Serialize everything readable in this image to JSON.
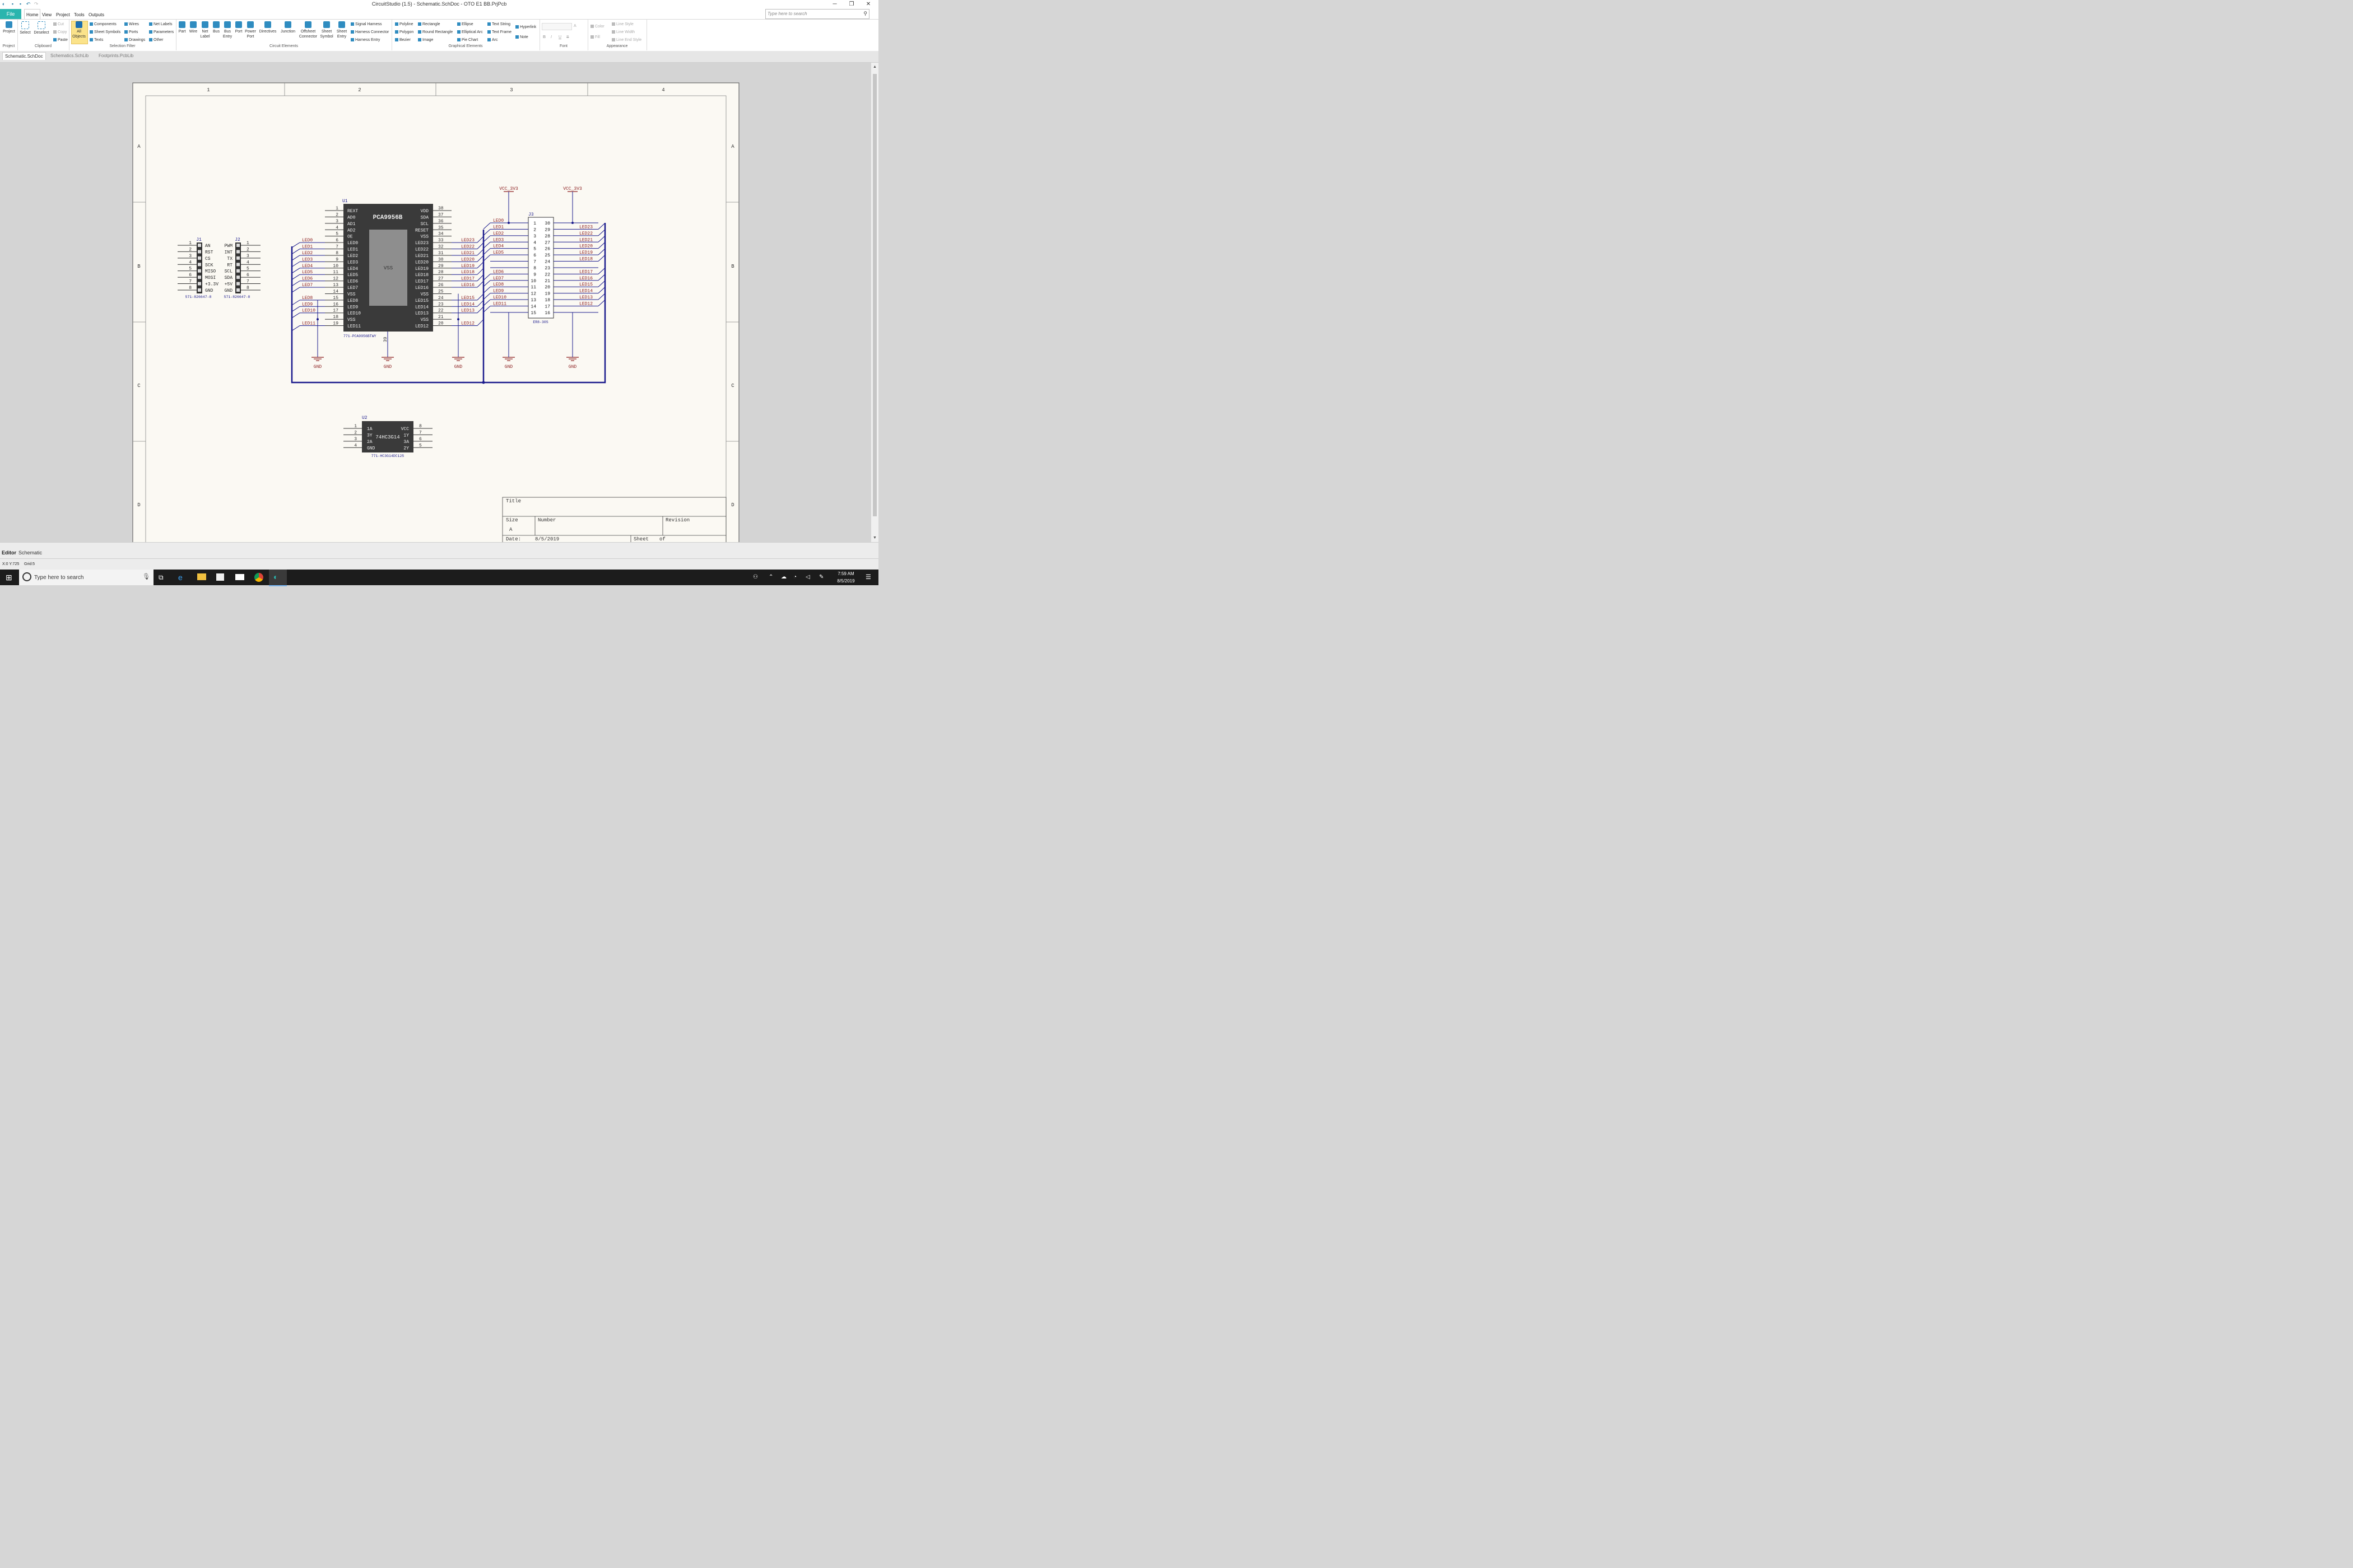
{
  "window": {
    "title": "CircuitStudio (1.5) - Schematic.SchDoc - OTO E1 BB.PrjPcb",
    "minimize": "─",
    "restore": "❐",
    "close": "✕"
  },
  "menu": {
    "file": "File",
    "items": [
      "Home",
      "View",
      "Project",
      "Tools",
      "Outputs"
    ],
    "search_placeholder": "Type here to search"
  },
  "ribbon": {
    "project": {
      "label": "Project",
      "group": "Project"
    },
    "clipboard": {
      "select": "Select",
      "deselect": "Deselect",
      "cut": "Cut",
      "copy": "Copy",
      "paste": "Paste",
      "group": "Clipboard"
    },
    "selection_filter": {
      "all_objects_1": "All",
      "all_objects_2": "Objects",
      "components": "Components",
      "sheet_symbols": "Sheet Symbols",
      "texts": "Texts",
      "wires": "Wires",
      "ports": "Ports",
      "drawings": "Drawings",
      "net_labels": "Net Labels",
      "parameters": "Parameters",
      "other": "Other",
      "group": "Selection Filter"
    },
    "circuit": {
      "part": "Part",
      "wire": "Wire",
      "net": "Net",
      "label": "Label",
      "bus": "Bus",
      "bus2": "Bus",
      "entry": "Entry",
      "port": "Port",
      "power": "Power",
      "port2": "Port",
      "directives": "Directives",
      "junction": "Junction",
      "offsheet": "Offsheet",
      "connector": "Connector",
      "sheet": "Sheet",
      "symbol": "Symbol",
      "sheet2": "Sheet",
      "entry2": "Entry",
      "signal_harness": "Signal Harness",
      "harness_connector": "Harness Connector",
      "harness_entry": "Harness Entry",
      "group": "Circuit Elements"
    },
    "graphical": {
      "polyline": "Polyline",
      "polygon": "Polygon",
      "bezier": "Bezier",
      "rectangle": "Rectangle",
      "round_rectangle": "Round Rectangle",
      "image": "Image",
      "ellipse": "Ellipse",
      "elliptical_arc": "Elliptical Arc",
      "pie_chart": "Pie Chart",
      "text_string": "Text String",
      "text_frame": "Text Frame",
      "arc": "Arc",
      "hyperlink": "Hyperlink",
      "note": "Note",
      "group": "Graphical Elements"
    },
    "font": {
      "b": "B",
      "i": "I",
      "u": "U",
      "s": "S",
      "a": "A",
      "group": "Font"
    },
    "appearance": {
      "color": "Color",
      "fill": "Fill",
      "line_style": "Line Style",
      "line_width": "Line Width",
      "line_end_style": "Line End Style",
      "group": "Appearance"
    }
  },
  "doc_tabs": [
    "Schematic.SchDoc",
    "Schematics.SchLib",
    "Footprints.PcbLib"
  ],
  "sheet": {
    "columns": [
      "1",
      "2",
      "3",
      "4"
    ],
    "rows": [
      "A",
      "B",
      "C",
      "D"
    ],
    "title_block": {
      "title": "Title",
      "size": "Size",
      "size_value": "A",
      "number": "Number",
      "revision": "Revision",
      "date": "Date:",
      "date_value": "8/5/2019",
      "sheet": "Sheet",
      "of": "of"
    }
  },
  "schematic": {
    "u1": {
      "designator": "U1",
      "name": "PCA9956B",
      "center": "VSS",
      "footprint": "771-PCA9956BTWY",
      "bottom_pin": "39",
      "left_pins": [
        {
          "num": "1",
          "name": "REXT",
          "net": ""
        },
        {
          "num": "2",
          "name": "AD0",
          "net": ""
        },
        {
          "num": "3",
          "name": "AD1",
          "net": ""
        },
        {
          "num": "4",
          "name": "AD2",
          "net": ""
        },
        {
          "num": "5",
          "name": "OE",
          "net": ""
        },
        {
          "num": "6",
          "name": "LED0",
          "net": "LED0"
        },
        {
          "num": "7",
          "name": "LED1",
          "net": "LED1"
        },
        {
          "num": "8",
          "name": "LED2",
          "net": "LED2"
        },
        {
          "num": "9",
          "name": "LED3",
          "net": "LED3"
        },
        {
          "num": "10",
          "name": "LED4",
          "net": "LED4"
        },
        {
          "num": "11",
          "name": "LED5",
          "net": "LED5"
        },
        {
          "num": "12",
          "name": "LED6",
          "net": "LED6"
        },
        {
          "num": "13",
          "name": "LED7",
          "net": "LED7"
        },
        {
          "num": "14",
          "name": "VSS",
          "net": ""
        },
        {
          "num": "15",
          "name": "LED8",
          "net": "LED8"
        },
        {
          "num": "16",
          "name": "LED9",
          "net": "LED9"
        },
        {
          "num": "17",
          "name": "LED10",
          "net": "LED10"
        },
        {
          "num": "18",
          "name": "VSS",
          "net": ""
        },
        {
          "num": "19",
          "name": "LED11",
          "net": "LED11"
        }
      ],
      "right_pins": [
        {
          "num": "38",
          "name": "VDD",
          "net": ""
        },
        {
          "num": "37",
          "name": "SDA",
          "net": ""
        },
        {
          "num": "36",
          "name": "SCL",
          "net": ""
        },
        {
          "num": "35",
          "name": "RESET",
          "net": ""
        },
        {
          "num": "34",
          "name": "VSS",
          "net": ""
        },
        {
          "num": "33",
          "name": "LED23",
          "net": "LED23"
        },
        {
          "num": "32",
          "name": "LED22",
          "net": "LED22"
        },
        {
          "num": "31",
          "name": "LED21",
          "net": "LED21"
        },
        {
          "num": "30",
          "name": "LED20",
          "net": "LED20"
        },
        {
          "num": "29",
          "name": "LED19",
          "net": "LED19"
        },
        {
          "num": "28",
          "name": "LED18",
          "net": "LED18"
        },
        {
          "num": "27",
          "name": "LED17",
          "net": "LED17"
        },
        {
          "num": "26",
          "name": "LED16",
          "net": "LED16"
        },
        {
          "num": "25",
          "name": "VSS",
          "net": ""
        },
        {
          "num": "24",
          "name": "LED15",
          "net": "LED15"
        },
        {
          "num": "23",
          "name": "LED14",
          "net": "LED14"
        },
        {
          "num": "22",
          "name": "LED13",
          "net": "LED13"
        },
        {
          "num": "21",
          "name": "VSS",
          "net": ""
        },
        {
          "num": "20",
          "name": "LED12",
          "net": "LED12"
        }
      ]
    },
    "j1": {
      "designator": "J1",
      "footprint": "571-826647-8",
      "pins": [
        {
          "num": "1",
          "name": "AN"
        },
        {
          "num": "2",
          "name": "RST"
        },
        {
          "num": "3",
          "name": "CS"
        },
        {
          "num": "4",
          "name": "SCK"
        },
        {
          "num": "5",
          "name": "MISO"
        },
        {
          "num": "6",
          "name": "MOSI"
        },
        {
          "num": "7",
          "name": "+3.3V"
        },
        {
          "num": "8",
          "name": "GND"
        }
      ]
    },
    "j2": {
      "designator": "J2",
      "footprint": "571-826647-8",
      "pins": [
        {
          "num": "1",
          "name": "PWM"
        },
        {
          "num": "2",
          "name": "INT"
        },
        {
          "num": "3",
          "name": "TX"
        },
        {
          "num": "4",
          "name": "RT"
        },
        {
          "num": "5",
          "name": "SCL"
        },
        {
          "num": "6",
          "name": "SDA"
        },
        {
          "num": "7",
          "name": "+5V"
        },
        {
          "num": "8",
          "name": "GND"
        }
      ]
    },
    "j3": {
      "designator": "J3",
      "footprint": "ER8-30S",
      "left_pins": [
        {
          "num": "1",
          "net": "LED0"
        },
        {
          "num": "2",
          "net": "LED1"
        },
        {
          "num": "3",
          "net": "LED2"
        },
        {
          "num": "4",
          "net": "LED3"
        },
        {
          "num": "5",
          "net": "LED4"
        },
        {
          "num": "6",
          "net": "LED5"
        },
        {
          "num": "7",
          "net": ""
        },
        {
          "num": "8",
          "net": ""
        },
        {
          "num": "9",
          "net": "LED6"
        },
        {
          "num": "10",
          "net": "LED7"
        },
        {
          "num": "11",
          "net": "LED8"
        },
        {
          "num": "12",
          "net": "LED9"
        },
        {
          "num": "13",
          "net": "LED10"
        },
        {
          "num": "14",
          "net": "LED11"
        },
        {
          "num": "15",
          "net": ""
        }
      ],
      "right_pins": [
        {
          "num": "30",
          "net": ""
        },
        {
          "num": "29",
          "net": "LED23"
        },
        {
          "num": "28",
          "net": "LED22"
        },
        {
          "num": "27",
          "net": "LED21"
        },
        {
          "num": "26",
          "net": "LED20"
        },
        {
          "num": "25",
          "net": "LED19"
        },
        {
          "num": "24",
          "net": "LED18"
        },
        {
          "num": "23",
          "net": ""
        },
        {
          "num": "22",
          "net": "LED17"
        },
        {
          "num": "21",
          "net": "LED16"
        },
        {
          "num": "20",
          "net": "LED15"
        },
        {
          "num": "19",
          "net": "LED14"
        },
        {
          "num": "18",
          "net": "LED13"
        },
        {
          "num": "17",
          "net": "LED12"
        },
        {
          "num": "16",
          "net": ""
        }
      ]
    },
    "u2": {
      "designator": "U2",
      "name": "74HC3G14",
      "footprint": "771-HC3G14DC125",
      "left_pins": [
        {
          "num": "1",
          "name": "1A"
        },
        {
          "num": "2",
          "name": "3Y"
        },
        {
          "num": "3",
          "name": "2A"
        },
        {
          "num": "4",
          "name": "GND"
        }
      ],
      "right_pins": [
        {
          "num": "8",
          "name": "VCC"
        },
        {
          "num": "7",
          "name": "1Y"
        },
        {
          "num": "6",
          "name": "3A"
        },
        {
          "num": "5",
          "name": "2Y"
        }
      ]
    },
    "power": {
      "vcc": "VCC_3V3",
      "gnd": "GND"
    },
    "colors": {
      "component": "#3a3a3a",
      "net": "#8b1d1d",
      "wire": "#1a1a8c",
      "sheet": "#fbf9f3"
    }
  },
  "bottom_tabs": [
    "Editor",
    "Schematic"
  ],
  "status": {
    "coords": "X:0 Y:725",
    "grid": "Grid:5"
  },
  "taskbar": {
    "search": "Type here to search",
    "time": "7:59 AM",
    "date": "8/5/2019"
  }
}
